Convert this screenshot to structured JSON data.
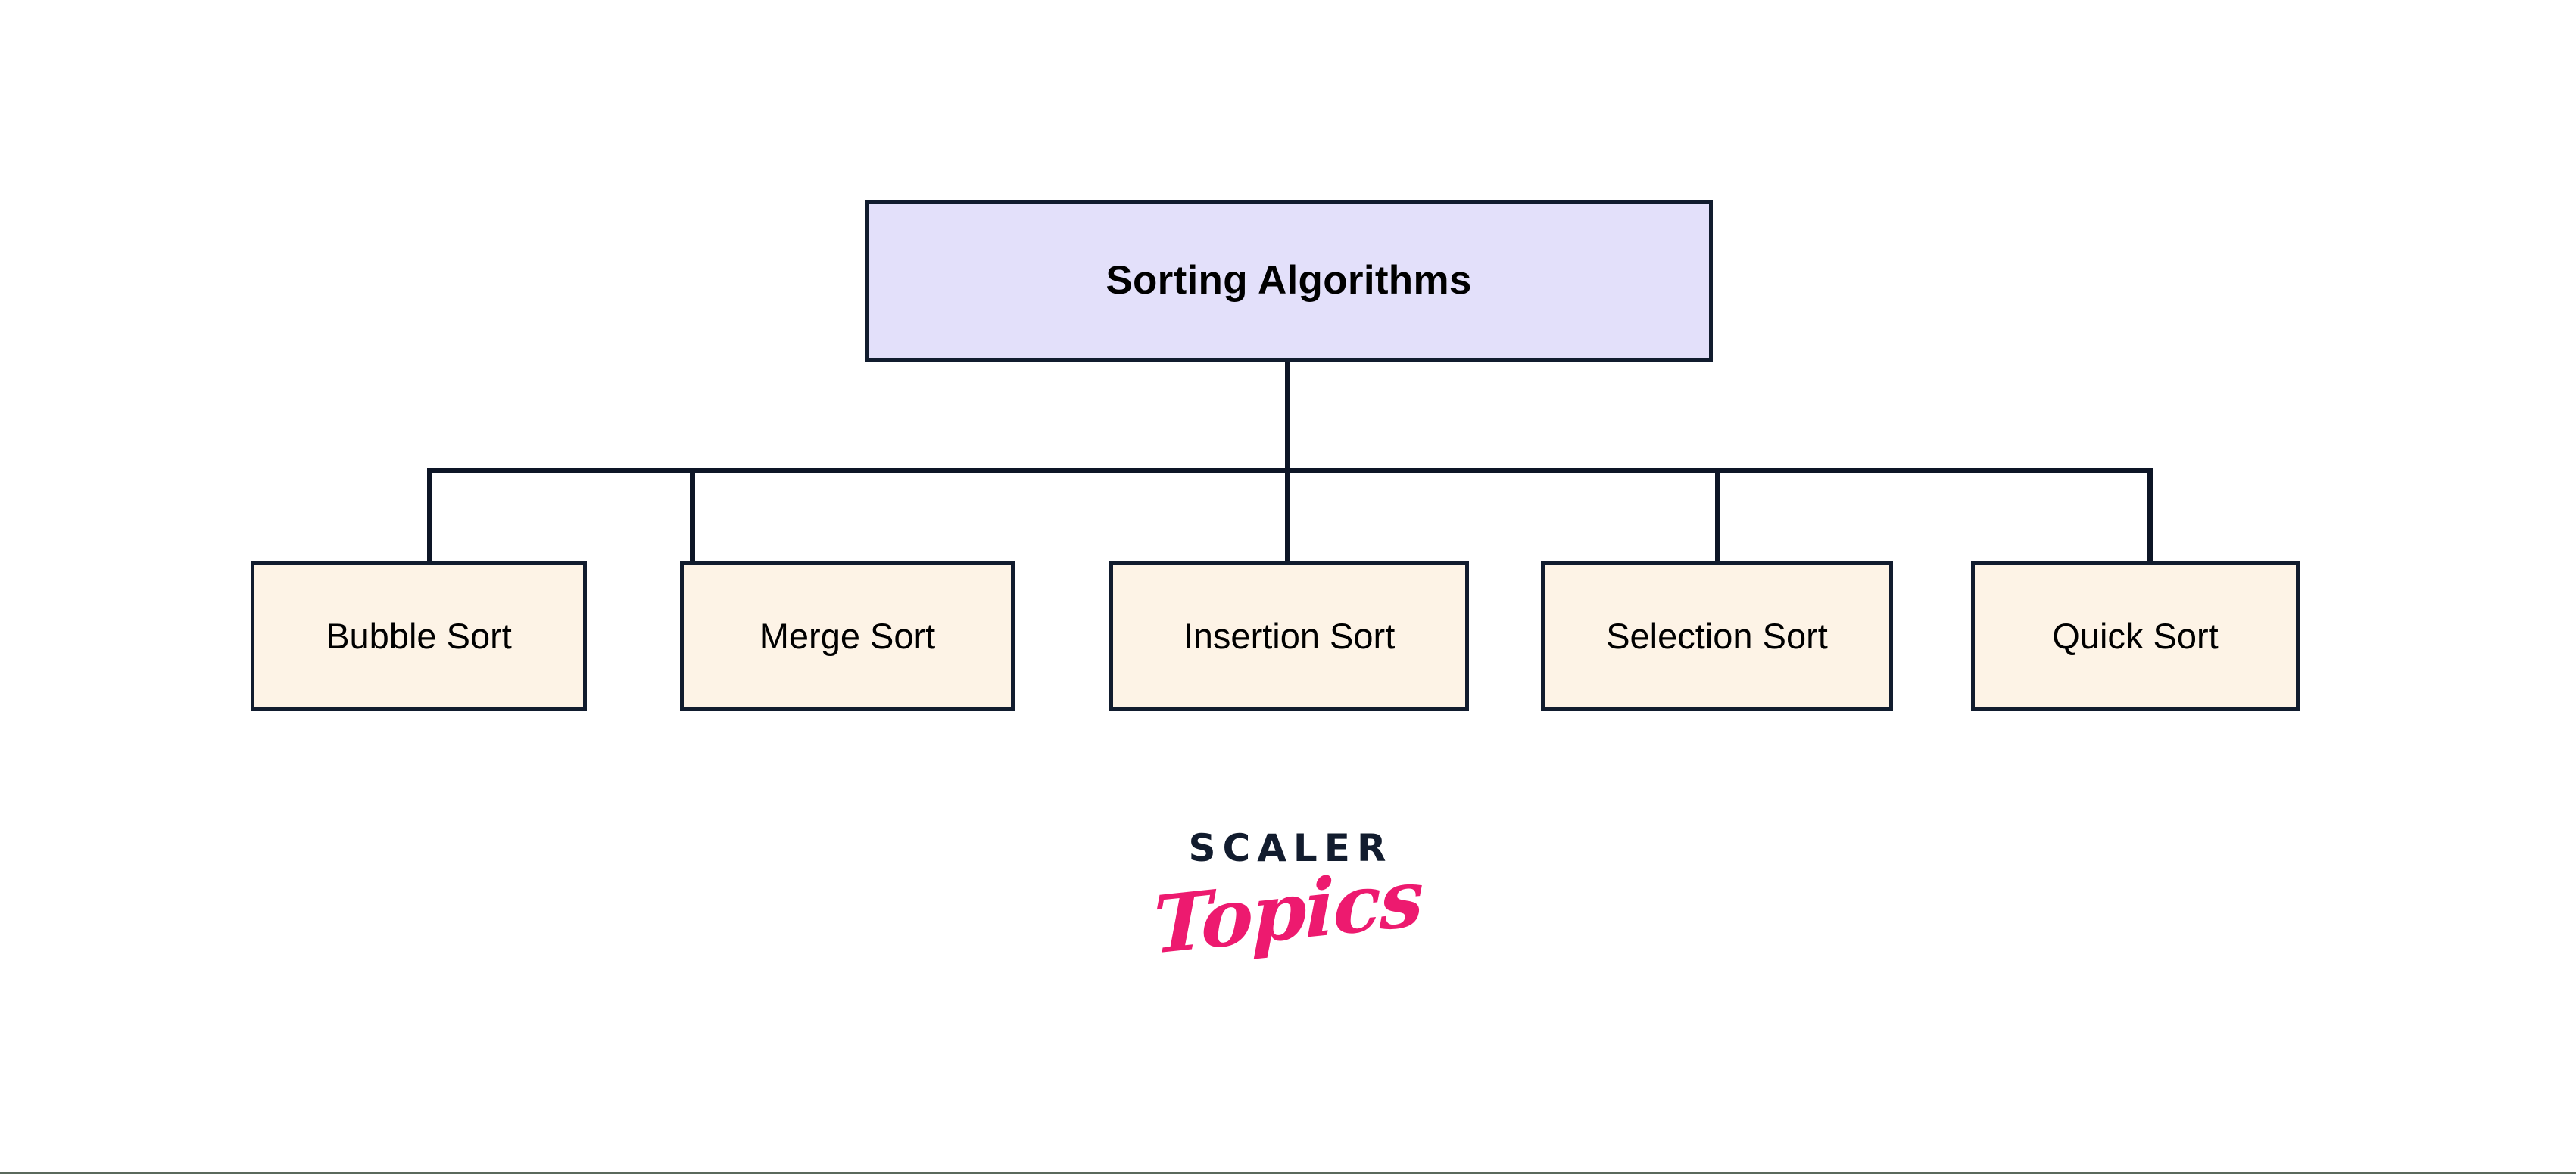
{
  "diagram": {
    "title": "Sorting Algorithms",
    "root": {
      "label": "Sorting Algorithms"
    },
    "children": [
      {
        "label": "Bubble Sort"
      },
      {
        "label": "Merge Sort"
      },
      {
        "label": "Insertion Sort"
      },
      {
        "label": "Selection Sort"
      },
      {
        "label": "Quick Sort"
      }
    ]
  },
  "logo": {
    "wordmark": "SCALER",
    "script": "Topics"
  },
  "colors": {
    "background": "#ffffff",
    "root_fill": "#e3e0fa",
    "child_fill": "#fdf3e6",
    "border": "#111c2e",
    "connector": "#0d1526",
    "text": "#000000",
    "logo_navy": "#121c2e",
    "logo_pink": "#ed1a6f",
    "bottom_rule": "#3d4f3f"
  }
}
